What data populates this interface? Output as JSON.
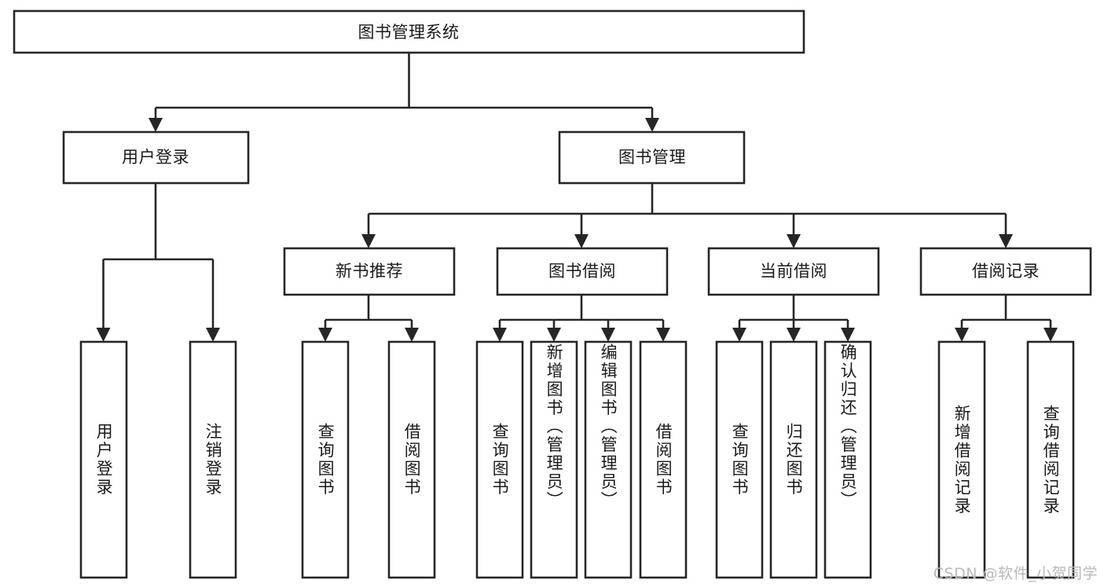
{
  "diagram": {
    "type": "tree-flowchart",
    "title": "图书管理系统",
    "root": {
      "id": "root",
      "label": "图书管理系统"
    },
    "level2": [
      {
        "id": "user-login",
        "label": "用户登录"
      },
      {
        "id": "book-manage",
        "label": "图书管理"
      }
    ],
    "level3": [
      {
        "id": "new-book-rec",
        "label": "新书推荐",
        "parent": "book-manage"
      },
      {
        "id": "book-borrow",
        "label": "图书借阅",
        "parent": "book-manage"
      },
      {
        "id": "current-borrow",
        "label": "当前借阅",
        "parent": "book-manage"
      },
      {
        "id": "borrow-record",
        "label": "借阅记录",
        "parent": "book-manage"
      }
    ],
    "leaves": [
      {
        "id": "leaf-user-login",
        "label": "用户登录",
        "parent": "user-login"
      },
      {
        "id": "leaf-logout",
        "label": "注销登录",
        "parent": "user-login"
      },
      {
        "id": "leaf-query-book-1",
        "label": "查询图书",
        "parent": "new-book-rec"
      },
      {
        "id": "leaf-borrow-book-1",
        "label": "借阅图书",
        "parent": "new-book-rec"
      },
      {
        "id": "leaf-query-book-2",
        "label": "查询图书",
        "parent": "book-borrow"
      },
      {
        "id": "leaf-add-book",
        "label": "新增图书（管理员）",
        "parent": "book-borrow"
      },
      {
        "id": "leaf-edit-book",
        "label": "编辑图书（管理员）",
        "parent": "book-borrow"
      },
      {
        "id": "leaf-borrow-book-2",
        "label": "借阅图书",
        "parent": "book-borrow"
      },
      {
        "id": "leaf-query-book-3",
        "label": "查询图书",
        "parent": "current-borrow"
      },
      {
        "id": "leaf-return-book",
        "label": "归还图书",
        "parent": "current-borrow"
      },
      {
        "id": "leaf-confirm-return",
        "label": "确认归还（管理员）",
        "parent": "current-borrow"
      },
      {
        "id": "leaf-add-record",
        "label": "新增借阅记录",
        "parent": "borrow-record"
      },
      {
        "id": "leaf-query-record",
        "label": "查询借阅记录",
        "parent": "borrow-record"
      }
    ],
    "colors": {
      "stroke": "#262626",
      "box_fill": "#ffffff",
      "text": "#1a1a1a",
      "watermark": "#b9b9b9",
      "background": "#ffffff"
    }
  },
  "watermark": {
    "text": "CSDN @软件_小贺同学"
  }
}
